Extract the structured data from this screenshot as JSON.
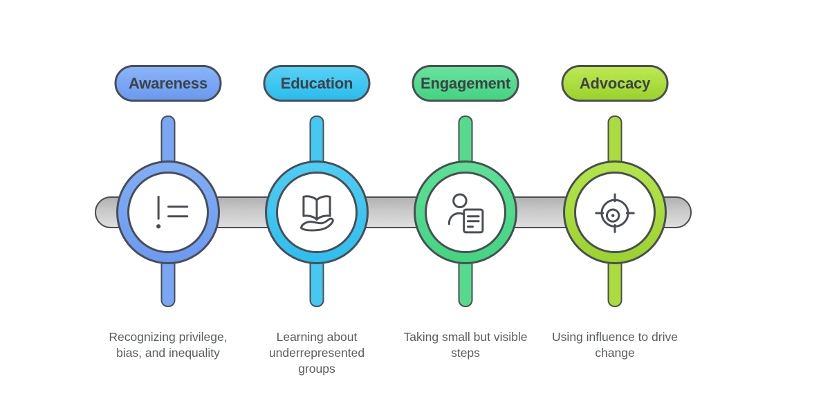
{
  "timeline": {
    "outline_color": "#4a4e54",
    "bar_color_top": "#b2b2b2",
    "bar_color_bottom": "#dedede"
  },
  "steps": [
    {
      "label": "Awareness",
      "description": "Recognizing privilege, bias, and inequality",
      "icon": "inequality-icon",
      "colors": {
        "pill_top": "#8ab4f8",
        "pill_bottom": "#6b99f0",
        "ring_top": "#82aef6",
        "ring_bottom": "#6b9af1",
        "stem": "#79a7f4"
      }
    },
    {
      "label": "Education",
      "description": "Learning about underrepresented groups",
      "icon": "book-hand-icon",
      "colors": {
        "pill_top": "#58d0f5",
        "pill_bottom": "#2abdee",
        "ring_top": "#4fcdf4",
        "ring_bottom": "#2ebeef",
        "stem": "#45c8f2"
      }
    },
    {
      "label": "Engagement",
      "description": "Taking small but visible steps",
      "icon": "person-document-icon",
      "colors": {
        "pill_top": "#68e29d",
        "pill_bottom": "#44d482",
        "ring_top": "#5ee096",
        "ring_bottom": "#43d481",
        "stem": "#57da8e"
      }
    },
    {
      "label": "Advocacy",
      "description": "Using influence to drive change",
      "icon": "target-gauge-icon",
      "colors": {
        "pill_top": "#bce953",
        "pill_bottom": "#9bd22c",
        "ring_top": "#b4e44a",
        "ring_bottom": "#9cd32e",
        "stem": "#abdc3e"
      }
    }
  ]
}
